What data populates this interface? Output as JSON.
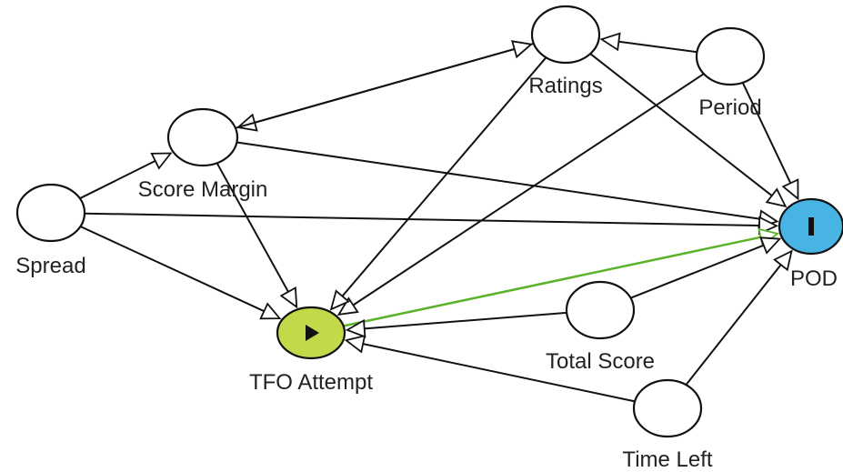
{
  "diagram": {
    "colors": {
      "node_fill": "#ffffff",
      "treatment_fill": "#c2d94a",
      "outcome_fill": "#48b4e4",
      "highlight_edge": "#5bb32a"
    },
    "nodes": [
      {
        "id": "ratings",
        "label": "Ratings",
        "role": "variable"
      },
      {
        "id": "period",
        "label": "Period",
        "role": "variable"
      },
      {
        "id": "score_margin",
        "label": "Score Margin",
        "role": "variable"
      },
      {
        "id": "spread",
        "label": "Spread",
        "role": "variable"
      },
      {
        "id": "tfo_attempt",
        "label": "TFO Attempt",
        "role": "exposure",
        "icon": "play-icon"
      },
      {
        "id": "pod",
        "label": "POD",
        "role": "outcome",
        "icon": "outcome-bar-icon"
      },
      {
        "id": "total_score",
        "label": "Total Score",
        "role": "variable"
      },
      {
        "id": "time_left",
        "label": "Time Left",
        "role": "variable"
      }
    ],
    "edges": [
      {
        "from": "period",
        "to": "ratings"
      },
      {
        "from": "period",
        "to": "pod"
      },
      {
        "from": "period",
        "to": "tfo_attempt"
      },
      {
        "from": "ratings",
        "to": "score_margin"
      },
      {
        "from": "ratings",
        "to": "pod"
      },
      {
        "from": "ratings",
        "to": "tfo_attempt"
      },
      {
        "from": "score_margin",
        "to": "ratings"
      },
      {
        "from": "score_margin",
        "to": "pod"
      },
      {
        "from": "score_margin",
        "to": "tfo_attempt"
      },
      {
        "from": "spread",
        "to": "score_margin"
      },
      {
        "from": "spread",
        "to": "pod"
      },
      {
        "from": "spread",
        "to": "tfo_attempt"
      },
      {
        "from": "tfo_attempt",
        "to": "pod",
        "highlight": true
      },
      {
        "from": "total_score",
        "to": "tfo_attempt"
      },
      {
        "from": "total_score",
        "to": "pod"
      },
      {
        "from": "time_left",
        "to": "tfo_attempt"
      },
      {
        "from": "time_left",
        "to": "pod"
      }
    ]
  }
}
